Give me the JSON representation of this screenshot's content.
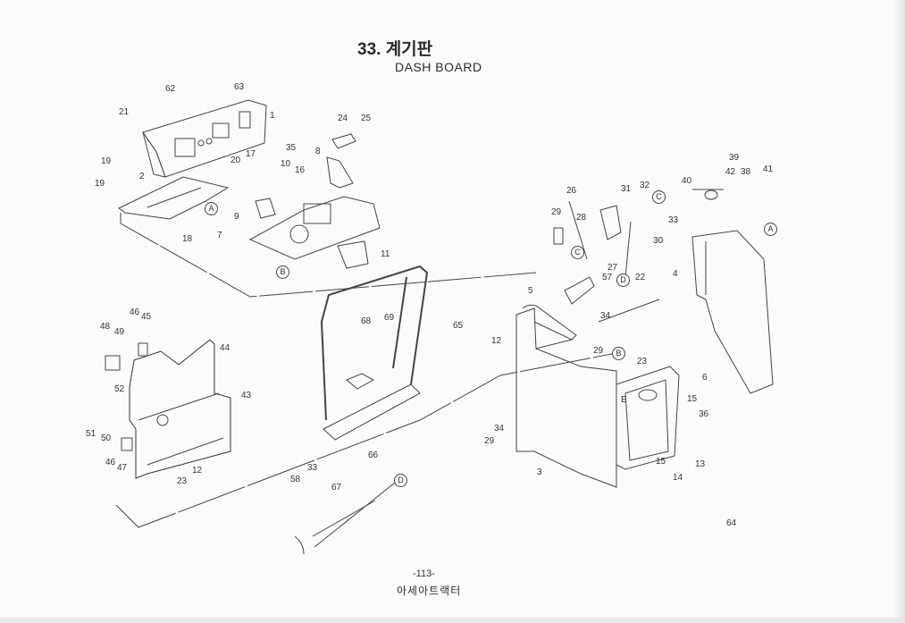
{
  "header": {
    "title": "33. 계기판",
    "subtitle": "DASH BOARD"
  },
  "callouts": [
    "62",
    "63",
    "21",
    "1",
    "24",
    "25",
    "35",
    "8",
    "19",
    "20",
    "17",
    "10",
    "16",
    "19",
    "2",
    "9",
    "7",
    "18",
    "11",
    "26",
    "31",
    "32",
    "29",
    "28",
    "33",
    "30",
    "27",
    "57",
    "22",
    "40",
    "39",
    "42",
    "38",
    "41",
    "4",
    "5",
    "34",
    "12",
    "29",
    "23",
    "65",
    "68",
    "69",
    "48",
    "49",
    "46",
    "45",
    "44",
    "43",
    "52",
    "51",
    "50",
    "46",
    "47",
    "12",
    "23",
    "66",
    "67",
    "33",
    "58",
    "29",
    "34",
    "3",
    "6",
    "15",
    "36",
    "E",
    "13",
    "15",
    "14",
    "64"
  ],
  "refs": [
    "A",
    "B",
    "C",
    "C",
    "D",
    "A",
    "B",
    "D"
  ],
  "footer": {
    "page_number": "-113-",
    "publisher": "아세아트랙터"
  }
}
